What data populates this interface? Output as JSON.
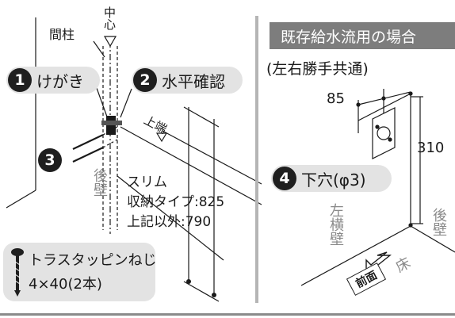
{
  "left_panel": {
    "pillar_label": "間柱",
    "center_label": "中心",
    "top_edge_label": "上端",
    "steps": [
      {
        "num": "1",
        "label": "けがき"
      },
      {
        "num": "2",
        "label": "水平確認"
      },
      {
        "num": "3",
        "label": ""
      }
    ],
    "rear_wall_label": "後壁",
    "dimensions": {
      "slim_label": "スリム",
      "slim_storage": "収納タイプ:825",
      "other": "上記以外:790"
    },
    "screw": {
      "line1": "トラスタッピンねじ",
      "line2": "4×40(2本)"
    }
  },
  "right_panel": {
    "title": "既存給水流用の場合",
    "subtitle": "(左右勝手共通)",
    "dim_width": "85",
    "dim_height": "310",
    "step": {
      "num": "4",
      "label": "下穴(φ3)"
    },
    "left_side_wall": "左横壁",
    "rear_wall": "後壁",
    "floor": "床",
    "front": "前面"
  },
  "colors": {
    "pill_bg": "#e3e3e3",
    "banner_bg": "#7d7d7d",
    "step_circle": "#1f1f1f",
    "line": "#1a1a1a",
    "wall_text": "#8a8a8a"
  }
}
